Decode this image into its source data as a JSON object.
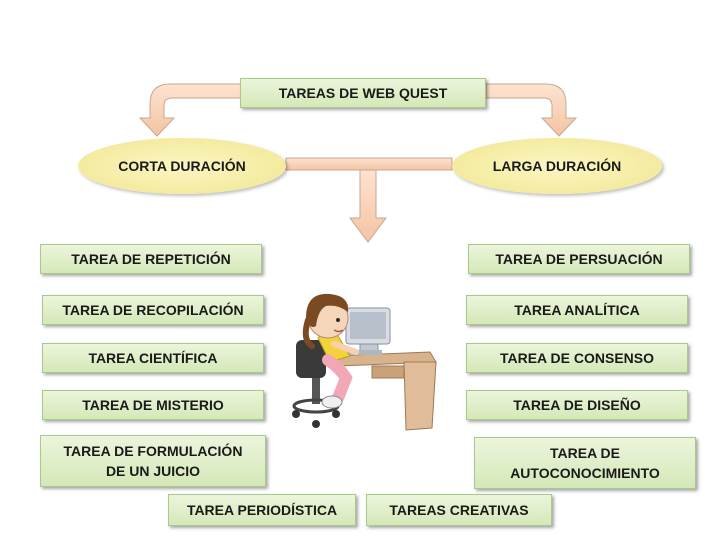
{
  "title": "TAREAS DE WEB QUEST",
  "categories": {
    "short": "CORTA DURACIÓN",
    "long": "LARGA DURACIÓN"
  },
  "left_tasks": [
    "TAREA DE REPETICIÓN",
    "TAREA DE RECOPILACIÓN",
    "TAREA CIENTÍFICA",
    "TAREA DE MISTERIO",
    "TAREA DE FORMULACIÓN DE UN JUICIO"
  ],
  "right_tasks": [
    "TAREA DE PERSUACIÓN",
    "TAREA ANALÍTICA",
    "TAREA DE CONSENSO",
    "TAREA DE DISEÑO",
    "TAREA DE AUTOCONOCIMIENTO"
  ],
  "bottom_tasks": [
    "TAREA PERIODÍSTICA",
    "TAREAS CREATIVAS"
  ],
  "colors": {
    "box_fill": "#d4e8b8",
    "ellipse_fill": "#f1e690",
    "arrow_fill": "#f9d2b6",
    "arrow_stroke": "#c4a890"
  },
  "illustration": "child-at-computer"
}
